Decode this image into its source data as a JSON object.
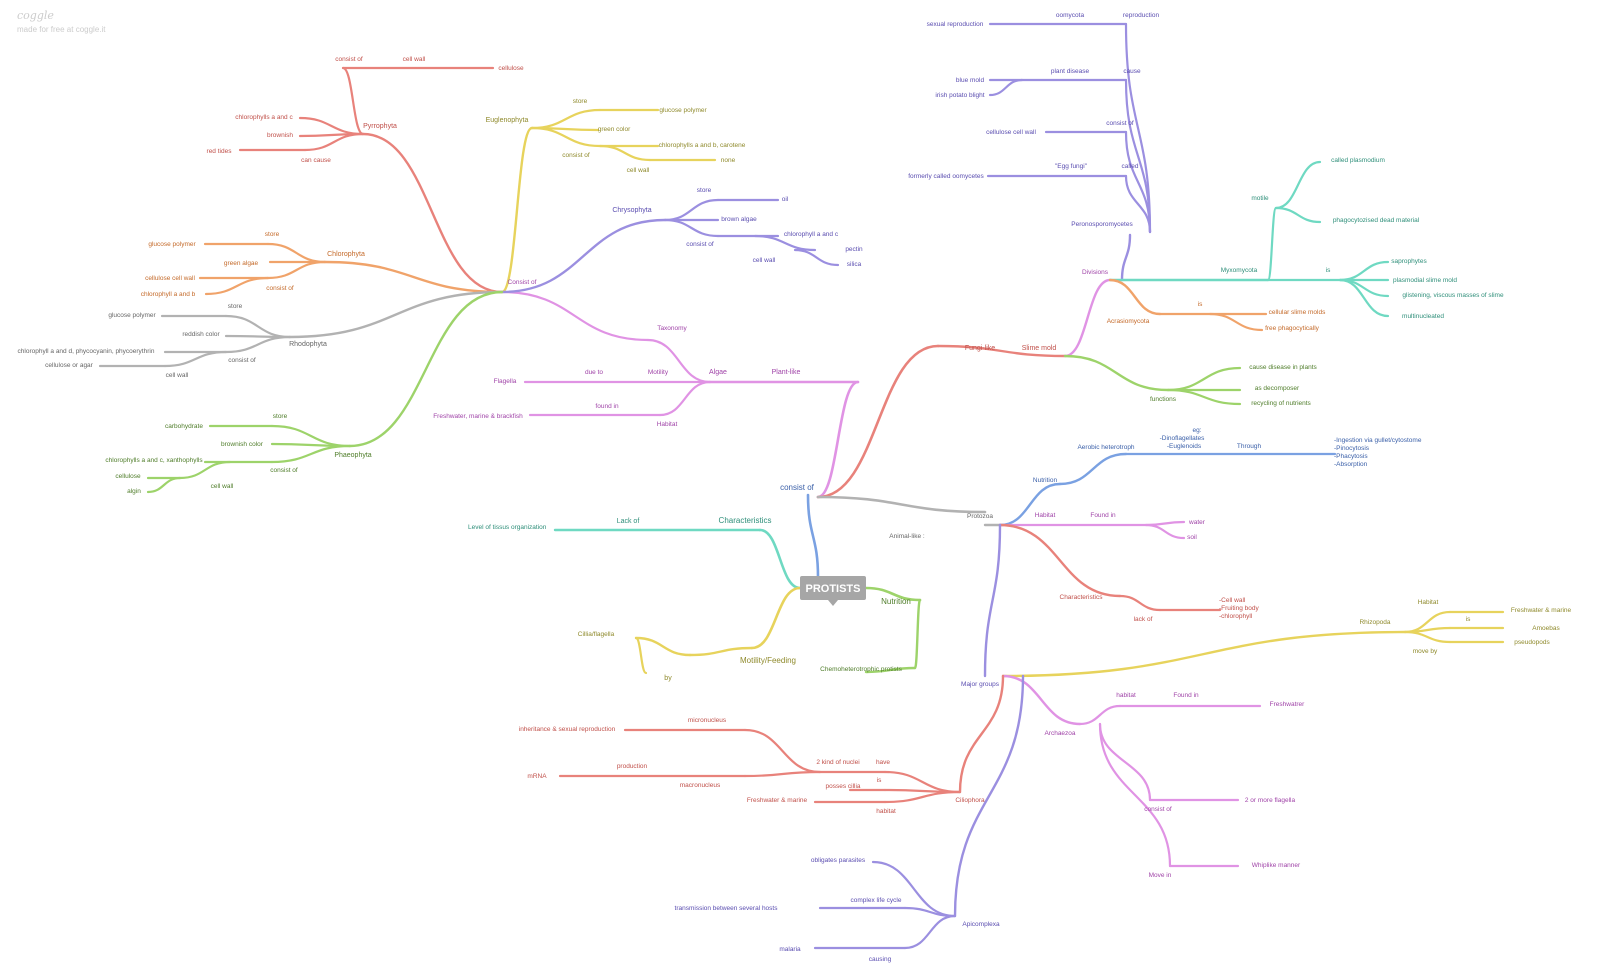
{
  "brand": {
    "name": "coggle",
    "tagline": "made for free at coggle.it"
  },
  "colors": {
    "red": "#e8827b",
    "orange": "#f0a36a",
    "yellow": "#e7d35c",
    "green": "#9dd36a",
    "teal": "#6fd9c2",
    "blue": "#7aa1e2",
    "purple": "#9b8fe0",
    "pink": "#e093e4",
    "gray": "#b2b2b2"
  },
  "root": {
    "label": "PROTISTS"
  },
  "nodes": {
    "consist_of_main": "consist of",
    "characteristics": "Characteristics",
    "lack_of_main": "Lack of",
    "tissue_org": "Level of tissus organization",
    "motility_feeding": "Motility/Feeding",
    "by": "by",
    "cilia_flagella": "Cillia/flagella",
    "nutrition": "Nutrition",
    "chemohetero": "Chemoheterotrophic protists",
    "plant_like": "Plant-like",
    "algae": "Algae",
    "taxonomy": "Taxonomy",
    "motility_alg": "Motility",
    "due_to": "due to",
    "flagella_alg": "Flagella",
    "habitat_alg": "Habitat",
    "found_in_alg": "found in",
    "freshwater_alg": "Freshwater, marine & brackfish",
    "consist_of_alg": "Consist of",
    "pyrrophyta": "Pyrrophyta",
    "pyr_consist_of": "consist of",
    "pyr_cell_wall": "cell wall",
    "pyr_cellulose": "cellulose",
    "pyr_chloro": "chlorophylls a and c",
    "pyr_brownish": "brownish",
    "pyr_can_cause": "can cause",
    "pyr_red_tides": "red tides",
    "euglenophyta": "Euglenophyta",
    "eug_store": "store",
    "eug_glucose": "glucose polymer",
    "eug_green": "green color",
    "eug_chloro": "chlorophylls a and b, carotene",
    "eug_consist_of": "consist of",
    "eug_none": "none",
    "eug_cell_wall": "cell wall",
    "chrysophyta": "Chrysophyta",
    "chr_store": "store",
    "chr_oil": "oil",
    "chr_brown": "brown algae",
    "chr_chloro": "chlorophyll a and c",
    "chr_consist_of": "consist of",
    "chr_pectin": "pectin",
    "chr_cell_wall": "cell wall",
    "chr_silica": "silica",
    "chlorophyta": "Chlorophyta",
    "chl_store": "store",
    "chl_glucose": "glucose polymer",
    "chl_green": "green algae",
    "chl_cellulose": "cellulose cell wall",
    "chl_chloro": "chlorophyll a and b",
    "chl_consist_of": "consist of",
    "rhodophyta": "Rhodophyta",
    "rho_store": "store",
    "rho_glucose": "glucose polymer",
    "rho_reddish": "reddish color",
    "rho_chloro": "chlorophyll a and d, phycocyanin, phycoerythrin",
    "rho_consist_of": "consist of",
    "rho_agar": "cellulose or agar",
    "rho_cell_wall": "cell wall",
    "phaeophyta": "Phaeophyta",
    "pha_store": "store",
    "pha_carb": "carbohydrate",
    "pha_brownish": "brownish color",
    "pha_chloro": "chlorophylls a and c, xanthophylls",
    "pha_consist_of": "consist of",
    "pha_cellulose": "cellulose",
    "pha_cell_wall": "cell wall",
    "pha_algin": "algin",
    "fungi_like": "Fungi-like",
    "slime_mold": "Slime mold",
    "divisions": "Divisions",
    "peronos": "Peronosporomycetes",
    "oomycota": "oomycota",
    "reproduction": "reproduction",
    "sexual_repro": "sexual reproduction",
    "plant_disease": "plant disease",
    "cause": "cause",
    "blue_mold": "blue mold",
    "irish_potato": "irish potato blight",
    "consist_of_per": "consist of",
    "cellulose_cw": "cellulose cell wall",
    "egg_fungi": "\"Egg fungi\"",
    "called": "called",
    "formerly": "formerly called oomycetes",
    "myxomycota": "Myxomycota",
    "motile": "motile",
    "called_plasmodium": "called plasmodium",
    "phagocytozised": "phagocytozised dead material",
    "is_myx": "is",
    "saprophytes": "saprophytes",
    "plasmodial": "plasmodial slime mold",
    "glistening": "glistening, viscous masses of slime",
    "multinucleated": "multinucleated",
    "acrasiomycota": "Acrasiomycota",
    "is_acr": "is",
    "cellular_slime": "cellular slime molds",
    "free_phago": "free phagocytically",
    "functions": "functions",
    "cause_disease": "cause disease in plants",
    "as_decomposer": "as decomposer",
    "recycling": "recycling of nutrients",
    "animal_like": "Animal-like :",
    "protozoa": "Protozoa",
    "nutrition_pro": "Nutrition",
    "aerobic": "Aerobic heterotroph",
    "eg": "eg:",
    "dino": "-Dinoflagellates",
    "eugl": "-Euglenoids",
    "through": "Through",
    "ingestion_1": "-Ingestion via gullet/cytostome",
    "ingestion_2": "-Pinocytosis",
    "ingestion_3": "-Phacytosis",
    "ingestion_4": "-Absorption",
    "habitat_pro": "Habitat",
    "found_in_pro": "Found in",
    "water": "water",
    "soil": "soil",
    "char_pro": "Characteristics",
    "lack_of_pro": "lack of",
    "lack_1": "-Cell wall",
    "lack_2": "-Fruiting body",
    "lack_3": "-chlorophyll",
    "major_groups": "Major groups",
    "rhizopoda": "Rhizopoda",
    "rhi_habitat": "Habitat",
    "rhi_fresh": "Freshwater & marine",
    "rhi_is": "is",
    "rhi_amoebas": "Amoebas",
    "rhi_move_by": "move by",
    "rhi_pseudo": "pseudopods",
    "archaezoa": "Archaezoa",
    "arc_habitat": "habitat",
    "arc_found_in": "Found in",
    "arc_fresh": "Freshwatrer",
    "arc_consist_of": "consist of",
    "arc_flagella": "2 or more flagella",
    "arc_move_in": "Move in",
    "arc_whiplike": "Whiplike manner",
    "ciliophora": "Ciliophora",
    "cil_2kind": "2 kind of nuclei",
    "cil_have": "have",
    "cil_micro": "micronucleus",
    "cil_inherit": "inheritance & sexual reproduction",
    "cil_macro": "macronucleus",
    "cil_production": "production",
    "cil_mrna": "mRNA",
    "cil_posses": "posses cillia",
    "cil_is": "is",
    "cil_fresh": "Freshwater & marine",
    "cil_habitat": "habitat",
    "apicomplexa": "Apicomplexa",
    "api_obligate": "obligates parasites",
    "api_complex": "complex life cycle",
    "api_transmission": "transmission between several hosts",
    "api_malaria": "malaria",
    "api_causing": "causing"
  }
}
